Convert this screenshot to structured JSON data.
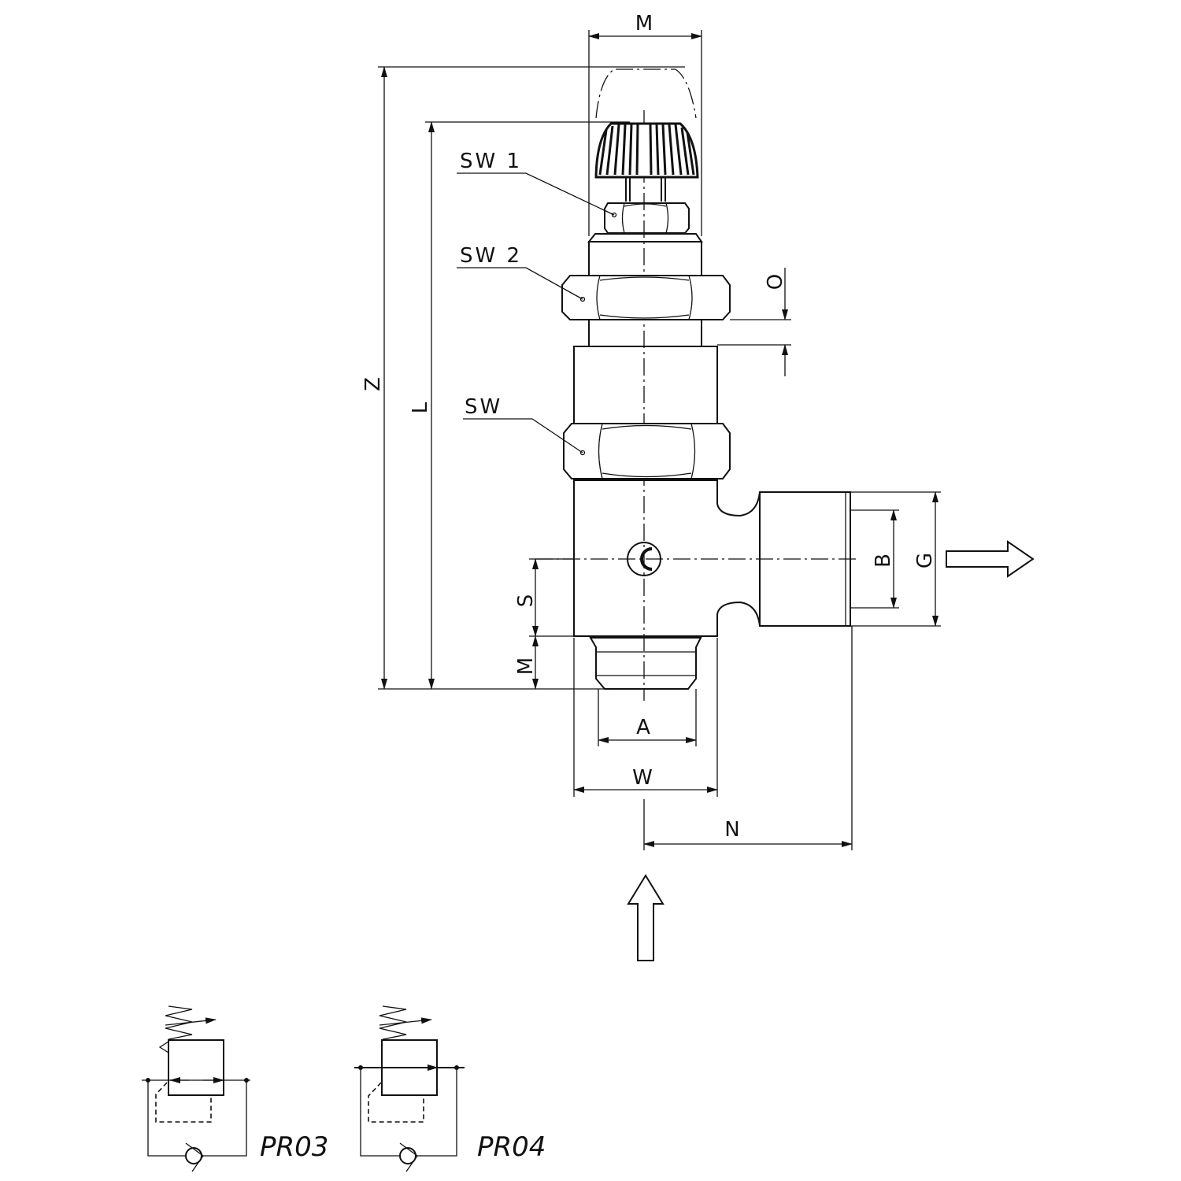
{
  "dimensions": {
    "m_top": "M",
    "z": "Z",
    "l": "L",
    "sw1": "SW 1",
    "sw2": "SW 2",
    "o": "O",
    "sw": "SW",
    "s": "S",
    "m_bottom": "M",
    "a": "A",
    "w": "W",
    "n": "N",
    "b": "B",
    "g": "G"
  },
  "symbols": {
    "pr03": "PR03",
    "pr04": "PR04"
  }
}
